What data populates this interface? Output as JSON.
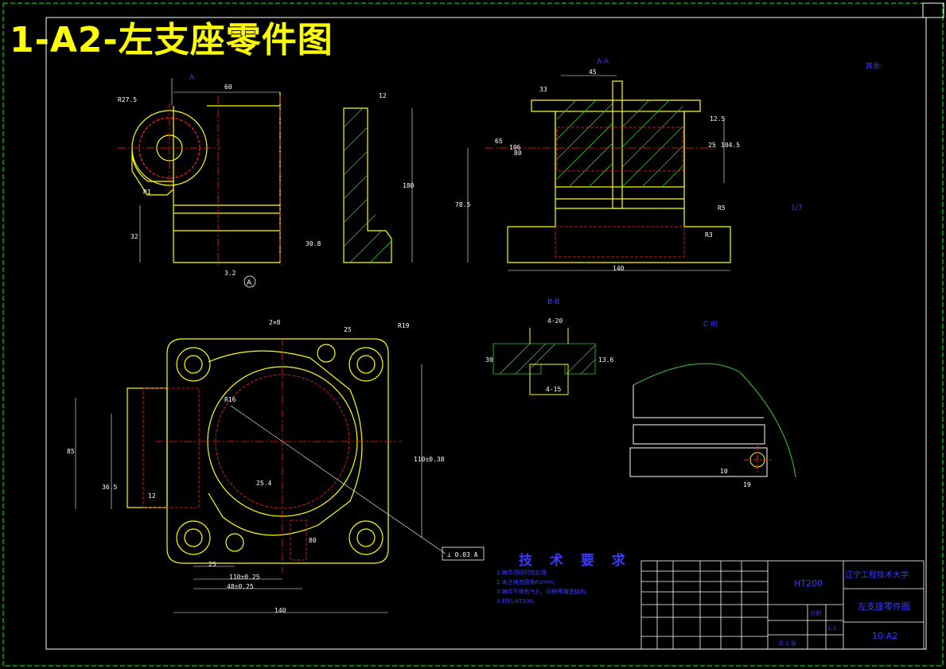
{
  "title": "1-A2-左支座零件图",
  "colors": {
    "background": "#000000",
    "frame": "#ffffff",
    "outline": "#ffff00",
    "hidden": "#ff2020",
    "hatch": "#33cc33",
    "dimension": "#ffffff",
    "text_blue": "#3a3aff",
    "border": "#00ff00"
  },
  "views": {
    "section_a": "A-A",
    "section_b": "B-B",
    "view_c": "C 向",
    "view_a_marker": "A",
    "roughness_note": "其余:",
    "other_dim": "1/7"
  },
  "dimensions": {
    "front": [
      "R27.5",
      "60",
      "12",
      "180",
      "R1",
      "32",
      "30.8",
      "3.2",
      "33"
    ],
    "section_aa": [
      "45",
      "65",
      "80",
      "12.5",
      "25",
      "104.5",
      "106",
      "78.5",
      "140",
      "R5",
      "R3"
    ],
    "plan": [
      "R19",
      "25",
      "2×8",
      "140",
      "110±0.38",
      "25",
      "110±0.25",
      "48±0.25",
      "85",
      "36.5",
      "R16",
      "12",
      "25.4",
      "80",
      "⊥ 0.03 A"
    ],
    "section_bb": [
      "4-20",
      "4-15",
      "30",
      "13.6"
    ],
    "view_c": [
      "10",
      "19"
    ]
  },
  "tech_requirements": {
    "heading": "技 术 要 求",
    "items": [
      "1.铸件须经时效处理;",
      "2.未注铸造圆角R3mm;",
      "3.铸件不得有气孔、砂眼等铸造缺陷;",
      "4.材料:HT200。"
    ]
  },
  "title_block": {
    "material": "HT200",
    "school": "辽宁工程技术大学",
    "part_name": "左支座零件图",
    "drawing_no": "10-A2",
    "scale_label": "比例",
    "scale": "1:1",
    "sheet": "共 1 张"
  }
}
